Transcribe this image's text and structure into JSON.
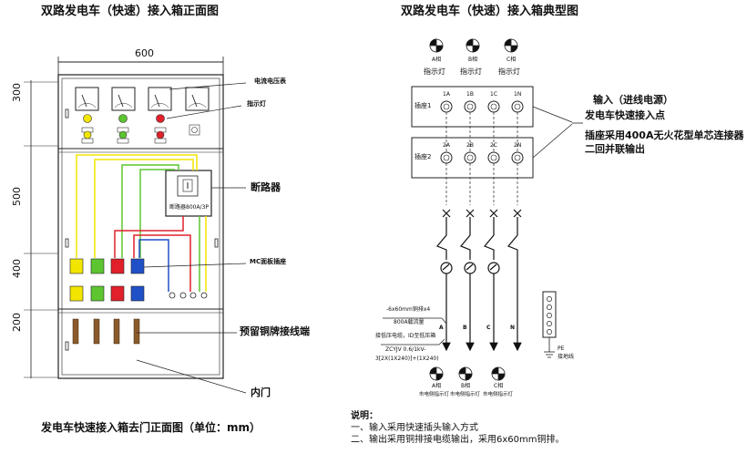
{
  "left": {
    "title": "双路发电车（快速）接入箱正面图",
    "width_dim": "600",
    "height_dims": [
      "300",
      "500",
      "400",
      "200"
    ],
    "callouts": [
      "电流电压表",
      "指示灯",
      "断路器",
      "MC面板插座",
      "预留铜牌接线端",
      "内门"
    ],
    "breaker_label": "断路器800A/3P",
    "caption": "发电车快速接入箱去门正面图（单位：mm）"
  },
  "right": {
    "title": "双路发电车（快速）接入箱典型图",
    "lamps_top": [
      {
        "phase": "A相",
        "label": "指示灯"
      },
      {
        "phase": "B相",
        "label": "指示灯"
      },
      {
        "phase": "C相",
        "label": "指示灯"
      }
    ],
    "socket_rows": [
      {
        "name": "插座1",
        "terms": [
          "1A",
          "1B",
          "1C",
          "1N"
        ]
      },
      {
        "name": "插座2",
        "terms": [
          "2A",
          "2B",
          "2C",
          "2N"
        ]
      }
    ],
    "notes_right": [
      "输入（进线电源）",
      "发电车快速接入点",
      "插座采用400A无火花型单芯连接器",
      "二回并联输出"
    ],
    "busbar_lines": [
      "-6x60mm铜排x4",
      "800A载流量"
    ],
    "cable_lines": [
      "接低压电缆，ID至低压箱",
      "ZCYJV 0.6/1kV-",
      "3[2X(1X240)]+(1X240)"
    ],
    "phases": [
      "A",
      "B",
      "C",
      "N"
    ],
    "pe_label": [
      "PE",
      "接地线"
    ],
    "lamps_bottom": [
      {
        "phase": "A相",
        "label": "市电侧指示灯"
      },
      {
        "phase": "B相",
        "label": "市电侧指示灯"
      },
      {
        "phase": "C相",
        "label": "市电侧指示灯"
      }
    ],
    "notes_title": "说明：",
    "notes": [
      "一、输入采用快速插头输入方式",
      "二、输出采用铜排接电缆输出，采用6x60mm铜排。"
    ]
  },
  "colors": {
    "yellow": "#f2e600",
    "green": "#5cc530",
    "red": "#e0202a",
    "blue": "#2050c8"
  }
}
